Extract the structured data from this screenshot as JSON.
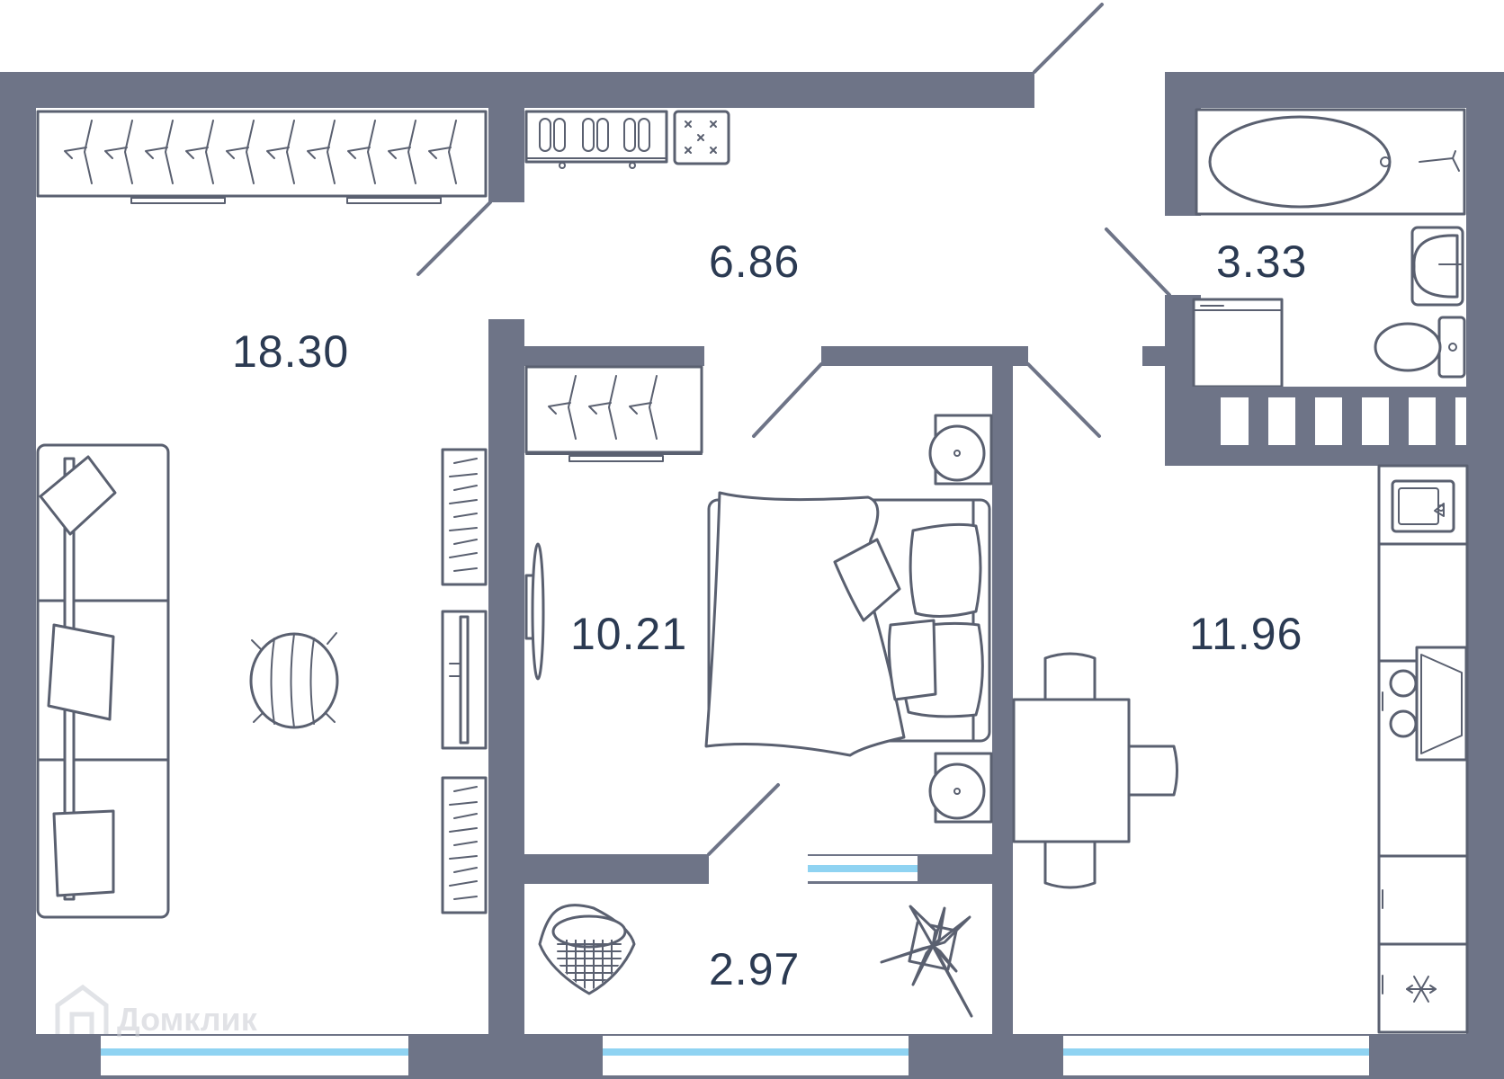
{
  "rooms": {
    "living_room": "18.30",
    "hallway": "6.86",
    "bathroom": "3.33",
    "bedroom": "10.21",
    "kitchen": "11.96",
    "balcony": "2.97"
  },
  "watermark": "Домклик",
  "colors": {
    "wall": "#6e7487",
    "window_glass": "#8fd3f2",
    "label": "#2b3a52",
    "outline": "#5a6070"
  }
}
